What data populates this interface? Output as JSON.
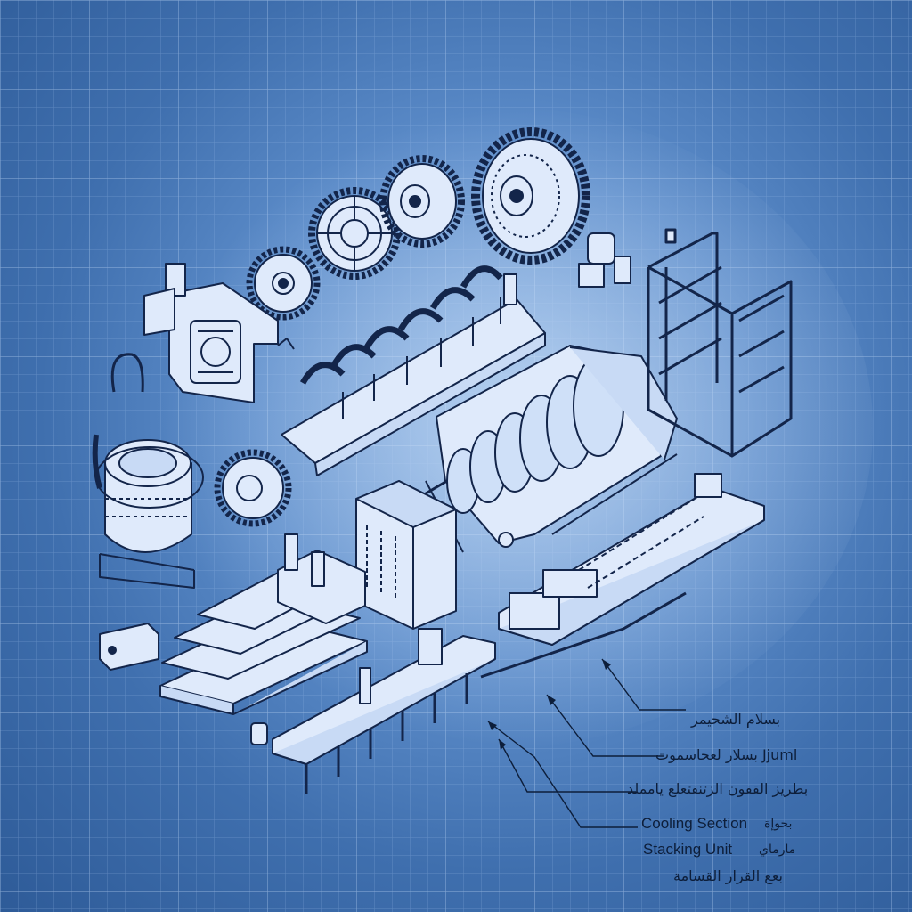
{
  "accent_color": "#0d1e3a",
  "background_color": "#5f8fcc",
  "labels": [
    {
      "id": "l1",
      "text": "بسلام الشحيمر"
    },
    {
      "id": "l2",
      "text": "بسلار لعحاسموت Jjuml"
    },
    {
      "id": "l3",
      "text": "بطريز القفون الزتنفتعلع يامملد"
    },
    {
      "id": "l4a",
      "text": "Cooling Section"
    },
    {
      "id": "l4b",
      "text": "بحوإة"
    },
    {
      "id": "l5a",
      "text": "Stacking Unit"
    },
    {
      "id": "l5b",
      "text": "مارماي"
    },
    {
      "id": "l6",
      "text": "بعع القرار القسامة"
    }
  ]
}
